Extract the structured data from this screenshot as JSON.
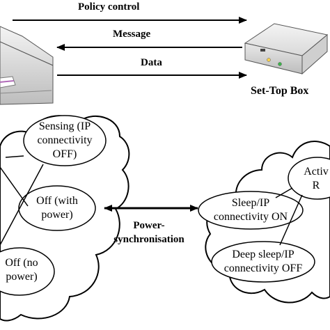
{
  "arrows": {
    "policy_control": "Policy control",
    "message": "Message",
    "data": "Data"
  },
  "devices": {
    "set_top_box": "Set-Top Box"
  },
  "left_states": {
    "sensing": [
      "Sensing (IP",
      "connectivity",
      "OFF)"
    ],
    "off_with_power": [
      "Off (with",
      "power)"
    ],
    "off_no_power": [
      "Off (no",
      "power)"
    ]
  },
  "right_states": {
    "active": [
      "Activ",
      "R"
    ],
    "sleep": [
      "Sleep/IP",
      "connectivity ON"
    ],
    "deep_sleep": [
      "Deep sleep/IP",
      "connectivity OFF"
    ]
  },
  "sync_label": [
    "Power-",
    "synchronisation"
  ]
}
